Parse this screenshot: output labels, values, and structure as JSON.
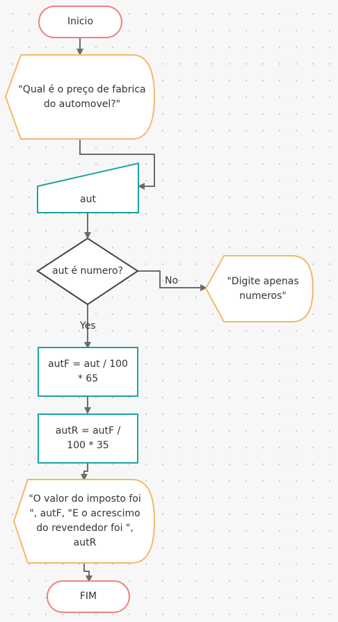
{
  "colors": {
    "terminal": "#f08080",
    "display": "#f5b865",
    "io_process": "#1aa3a3",
    "decision": "#444444",
    "arrow": "#6b6b6b"
  },
  "nodes": {
    "start": "Inicio",
    "question": "\"Qual é o preço de fabrica\ndo automovel?\"",
    "input": "aut",
    "decision": "aut é numero?",
    "error": "\"Digite apenas\nnumeros\"",
    "calc_f": "autF = aut / 100\n* 65",
    "calc_r": "autR = autF /\n100 * 35",
    "output": "\"O valor do imposto foi\n\", autF, \"E o acrescimo\ndo revendedor foi \",\nautR",
    "end": "FIM"
  },
  "edges": {
    "no": "No",
    "yes": "Yes"
  }
}
